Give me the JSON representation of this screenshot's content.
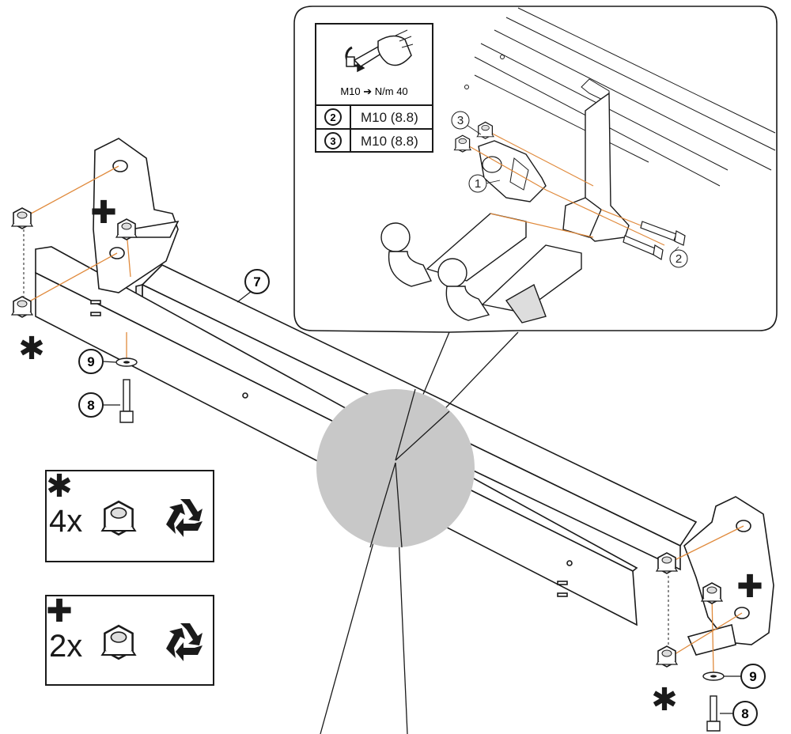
{
  "torque_box": {
    "spec": "M10 ➔ N/m 40"
  },
  "bolt_table": [
    {
      "ref": "2",
      "spec": "M10 (8.8)"
    },
    {
      "ref": "3",
      "spec": "M10 (8.8)"
    }
  ],
  "inset_callouts": {
    "p1": "1",
    "p2": "2",
    "p3": "3"
  },
  "callouts": {
    "crossbar": "7",
    "washer": "9",
    "bolt": "8"
  },
  "legend_star": {
    "qty": "4x",
    "symbol": "✱",
    "icon": "recycle-icon"
  },
  "legend_plus": {
    "qty": "2x",
    "symbol": "✚",
    "icon": "recycle-icon"
  },
  "colors": {
    "assembly_line": "#e08a3c",
    "zoom_circle": "#c8c8c8",
    "ink": "#1a1a1a"
  }
}
